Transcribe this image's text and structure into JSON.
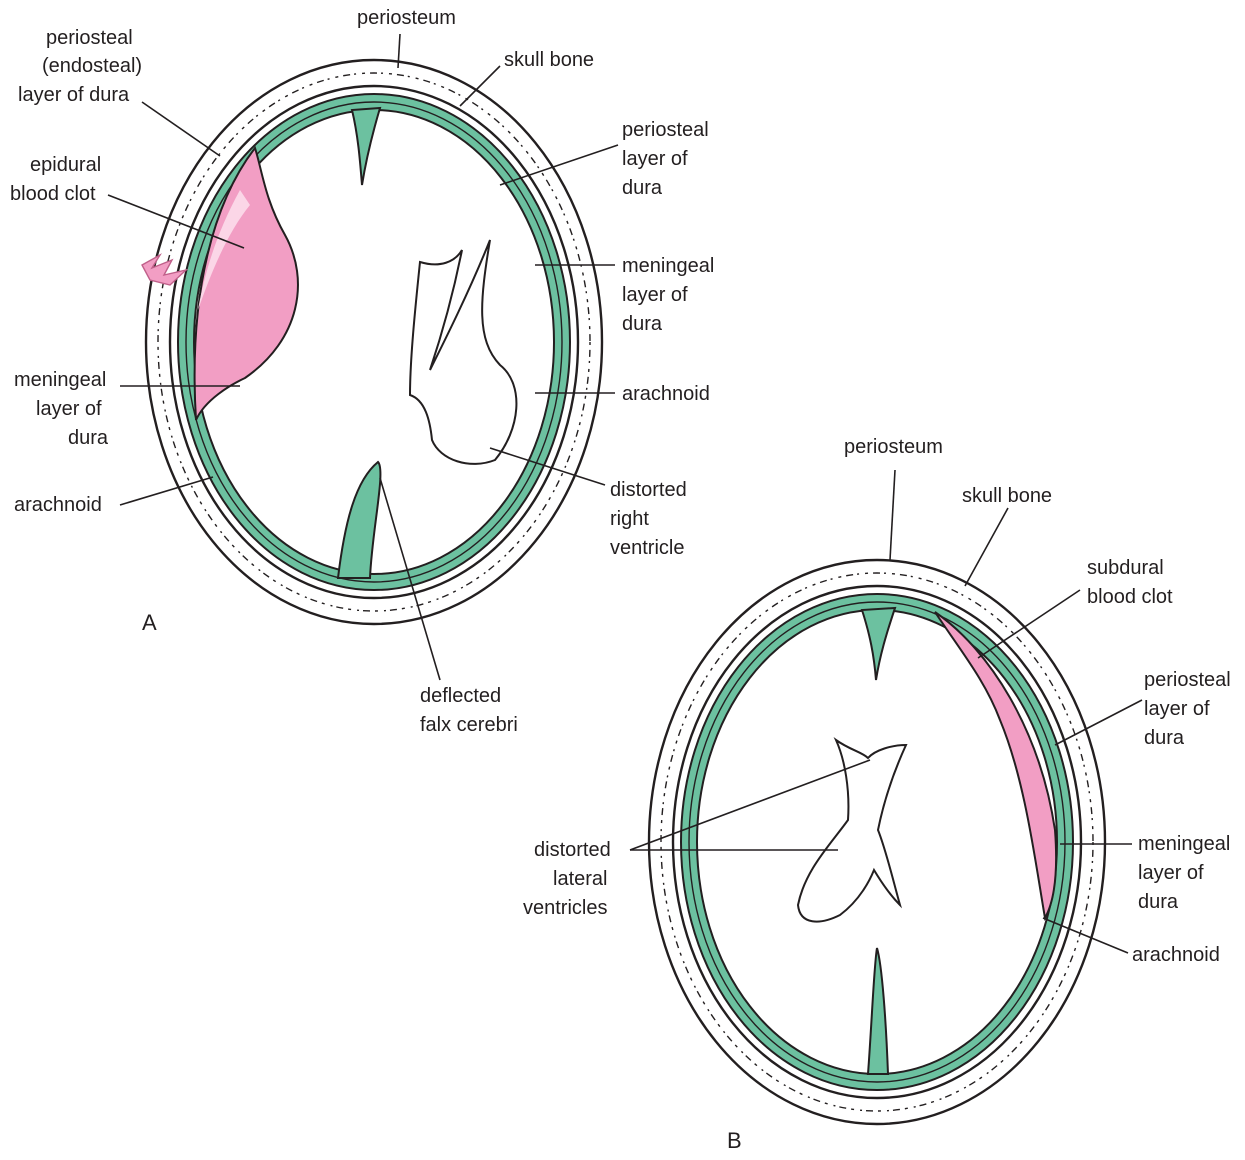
{
  "colors": {
    "dura": "#6cc1a0",
    "clot": "#f29ec4",
    "line": "#231f20",
    "background": "#ffffff"
  },
  "panel_a": {
    "letter": "A",
    "labels": {
      "periosteum": "periosteum",
      "skull_bone": "skull bone",
      "periosteal_endosteal_1": "periosteal",
      "periosteal_endosteal_2": "(endosteal)",
      "periosteal_endosteal_3": "layer of dura",
      "epidural_1": "epidural",
      "epidural_2": "blood clot",
      "meningeal_left_1": "meningeal",
      "meningeal_left_2": "layer of",
      "meningeal_left_3": "dura",
      "arachnoid_left": "arachnoid",
      "periosteal_right_1": "periosteal",
      "periosteal_right_2": "layer of",
      "periosteal_right_3": "dura",
      "meningeal_right_1": "meningeal",
      "meningeal_right_2": "layer of",
      "meningeal_right_3": "dura",
      "arachnoid_right": "arachnoid",
      "ventricle_1": "distorted",
      "ventricle_2": "right",
      "ventricle_3": "ventricle",
      "falx_1": "deflected",
      "falx_2": "falx cerebri"
    }
  },
  "panel_b": {
    "letter": "B",
    "labels": {
      "periosteum": "periosteum",
      "skull_bone": "skull bone",
      "subdural_1": "subdural",
      "subdural_2": "blood clot",
      "periosteal_1": "periosteal",
      "periosteal_2": "layer of",
      "periosteal_3": "dura",
      "meningeal_1": "meningeal",
      "meningeal_2": "layer of",
      "meningeal_3": "dura",
      "arachnoid": "arachnoid",
      "ventricles_1": "distorted",
      "ventricles_2": "lateral",
      "ventricles_3": "ventricles"
    }
  }
}
